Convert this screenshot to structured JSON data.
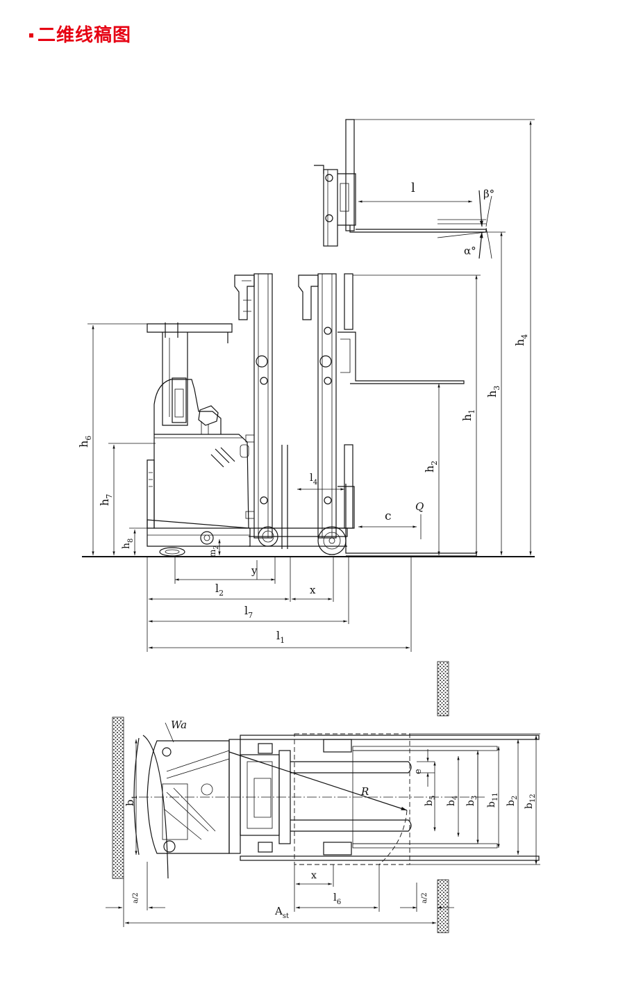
{
  "header": {
    "title": "二维线稿图"
  },
  "labels": {
    "l": "l",
    "beta": "β°",
    "alpha": "α°",
    "h1": "h",
    "h1_sub": "1",
    "h2": "h",
    "h2_sub": "2",
    "h3": "h",
    "h3_sub": "3",
    "h4": "h",
    "h4_sub": "4",
    "h6": "h",
    "h6_sub": "6",
    "h7": "h",
    "h7_sub": "7",
    "h8": "h",
    "h8_sub": "8",
    "l1": "l",
    "l1_sub": "1",
    "l2": "l",
    "l2_sub": "2",
    "l4": "l",
    "l4_sub": "4",
    "l6": "l",
    "l6_sub": "6",
    "l7": "l",
    "l7_sub": "7",
    "m2": "m",
    "m2_sub": "2",
    "c": "c",
    "Q": "Q",
    "x": "x",
    "y": "y",
    "Wa": "Wa",
    "R": "R",
    "e": "e",
    "b1": "b",
    "b1_sub": "1",
    "b2": "b",
    "b2_sub": "2",
    "b3": "b",
    "b3_sub": "3",
    "b4": "b",
    "b4_sub": "4",
    "b5": "b",
    "b5_sub": "5",
    "b11": "b",
    "b11_sub": "11",
    "b12": "b",
    "b12_sub": "12",
    "a2": "a/2",
    "Ast": "A",
    "Ast_sub": "st"
  },
  "colors": {
    "accent": "#e60012",
    "line": "#111111"
  }
}
